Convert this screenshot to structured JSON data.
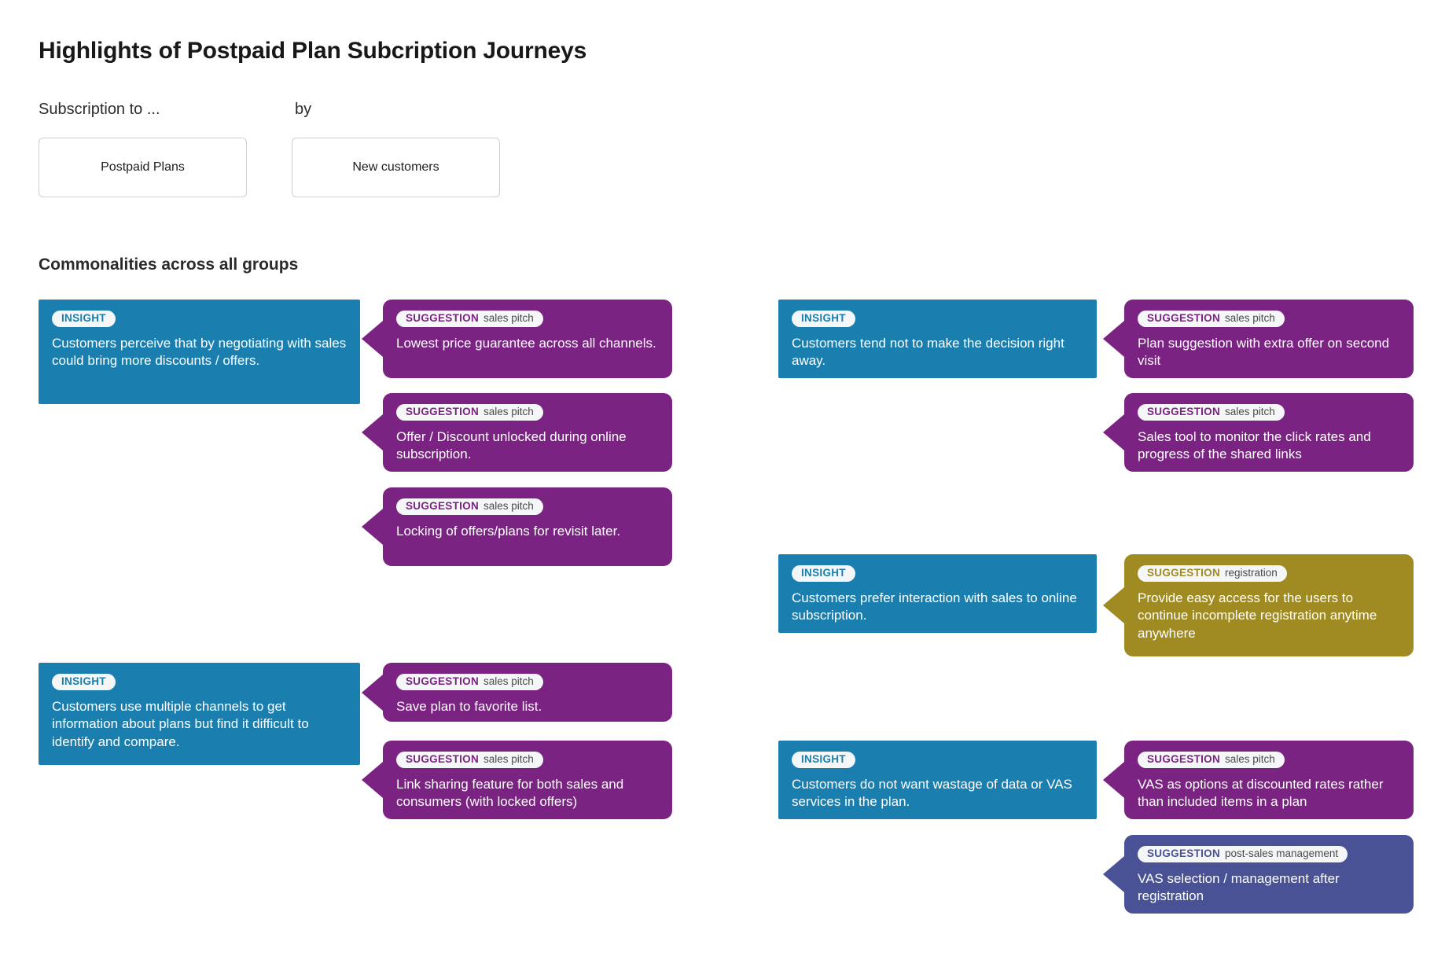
{
  "header": {
    "title": "Highlights of Postpaid Plan Subcription Journeys",
    "filters": [
      {
        "label": "Subscription to ...",
        "value": "Postpaid Plans"
      },
      {
        "label": "by",
        "value": "New customers"
      }
    ]
  },
  "section": {
    "title": "Commonalities across all groups"
  },
  "colors": {
    "insight": "#1a7fae",
    "sales_pitch": "#7b2382",
    "registration": "#a08a22",
    "post_sales": "#4a5296",
    "badge_bg": "#f4f6f7",
    "page_bg": "#ffffff"
  },
  "badge_labels": {
    "insight": "INSIGHT",
    "suggestion": "SUGGESTION"
  },
  "groups": [
    {
      "id": "group-negotiating",
      "insight": {
        "badge": "INSIGHT",
        "text": "Customers perceive that by negotiating with sales could bring more discounts / offers."
      },
      "suggestions": [
        {
          "badge": "SUGGESTION",
          "category": "sales pitch",
          "text": "Lowest price guarantee across all channels.",
          "color": "sales_pitch"
        },
        {
          "badge": "SUGGESTION",
          "category": "sales pitch",
          "text": "Offer / Discount unlocked during online subscription.",
          "color": "sales_pitch"
        },
        {
          "badge": "SUGGESTION",
          "category": "sales pitch",
          "text": "Locking of offers/plans for revisit later.",
          "color": "sales_pitch"
        }
      ]
    },
    {
      "id": "group-decision",
      "insight": {
        "badge": "INSIGHT",
        "text": "Customers tend not to make the decision right away."
      },
      "suggestions": [
        {
          "badge": "SUGGESTION",
          "category": "sales pitch",
          "text": "Plan suggestion with extra offer on second visit",
          "color": "sales_pitch"
        },
        {
          "badge": "SUGGESTION",
          "category": "sales pitch",
          "text": "Sales tool to monitor the click rates and progress of the shared links",
          "color": "sales_pitch"
        }
      ]
    },
    {
      "id": "group-interaction",
      "insight": {
        "badge": "INSIGHT",
        "text": "Customers prefer interaction with sales to online subscription."
      },
      "suggestions": [
        {
          "badge": "SUGGESTION",
          "category": "registration",
          "text": "Provide easy access for the users to continue incomplete registration anytime anywhere",
          "color": "registration"
        }
      ]
    },
    {
      "id": "group-channels",
      "insight": {
        "badge": "INSIGHT",
        "text": "Customers use multiple channels to get information about plans but find it difficult to identify and compare."
      },
      "suggestions": [
        {
          "badge": "SUGGESTION",
          "category": "sales pitch",
          "text": "Save plan to favorite list.",
          "color": "sales_pitch"
        },
        {
          "badge": "SUGGESTION",
          "category": "sales pitch",
          "text": "Link sharing feature for both sales and consumers (with locked offers)",
          "color": "sales_pitch"
        }
      ]
    },
    {
      "id": "group-vas",
      "insight": {
        "badge": "INSIGHT",
        "text": "Customers do not want wastage of data or VAS services in the plan."
      },
      "suggestions": [
        {
          "badge": "SUGGESTION",
          "category": "sales pitch",
          "text": "VAS as options at discounted rates rather than included items in a plan",
          "color": "sales_pitch"
        },
        {
          "badge": "SUGGESTION",
          "category": "post-sales management",
          "text": "VAS selection / management after registration",
          "color": "post_sales"
        }
      ]
    }
  ]
}
